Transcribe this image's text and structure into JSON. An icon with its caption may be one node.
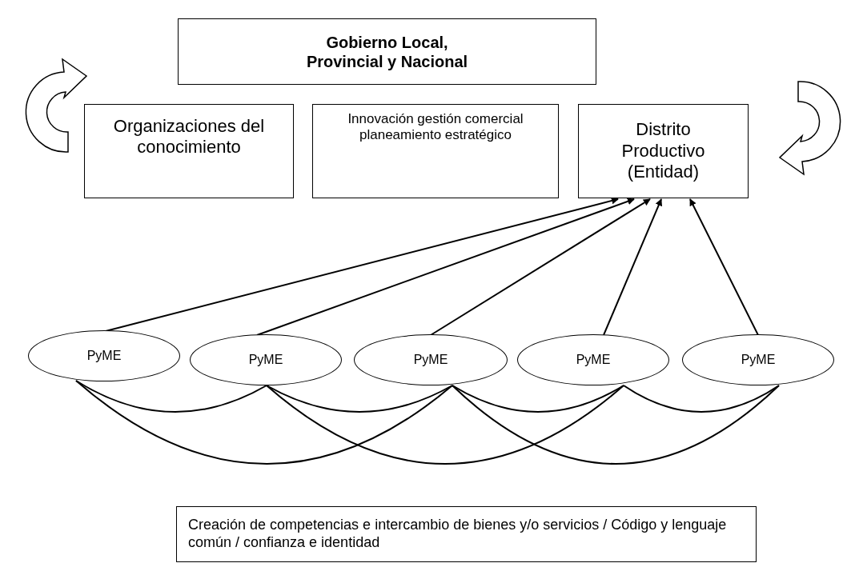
{
  "diagram": {
    "nodes": [
      {
        "text": [
          "Gobierno Local, Provincial y Nacional"
        ]
      },
      {
        "text": [
          "Organizaciones del conocimiento"
        ]
      },
      {
        "text": [
          "Innovación gestión comercial planeamiento estratégico"
        ]
      },
      {
        "text": [
          "Distrito Productivo (Entidad)"
        ]
      },
      {
        "text": [
          "PyME"
        ]
      },
      {
        "text": [
          "PyME"
        ]
      },
      {
        "text": [
          "PyME"
        ]
      },
      {
        "text": [
          "PyME"
        ]
      },
      {
        "text": [
          "PyME"
        ]
      },
      {
        "text": [
          "Creación de competencias e intercambio de bienes y/o servicios / Código y lenguaje común / confianza e identidad"
        ]
      }
    ],
    "edges": [
      {
        "from": 4,
        "to": 3,
        "arrow": "to"
      },
      {
        "from": 5,
        "to": 3,
        "arrow": "to"
      },
      {
        "from": 6,
        "to": 3,
        "arrow": "to"
      },
      {
        "from": 7,
        "to": 3,
        "arrow": "to"
      },
      {
        "from": 8,
        "to": 3,
        "arrow": "to"
      },
      {
        "from": 4,
        "to": 5,
        "arrow": "none"
      },
      {
        "from": 4,
        "to": 6,
        "arrow": "none"
      },
      {
        "from": 5,
        "to": 6,
        "arrow": "none"
      },
      {
        "from": 5,
        "to": 7,
        "arrow": "none"
      },
      {
        "from": 6,
        "to": 7,
        "arrow": "none"
      },
      {
        "from": 6,
        "to": 8,
        "arrow": "none"
      },
      {
        "from": 7,
        "to": 8,
        "arrow": "none"
      }
    ]
  }
}
